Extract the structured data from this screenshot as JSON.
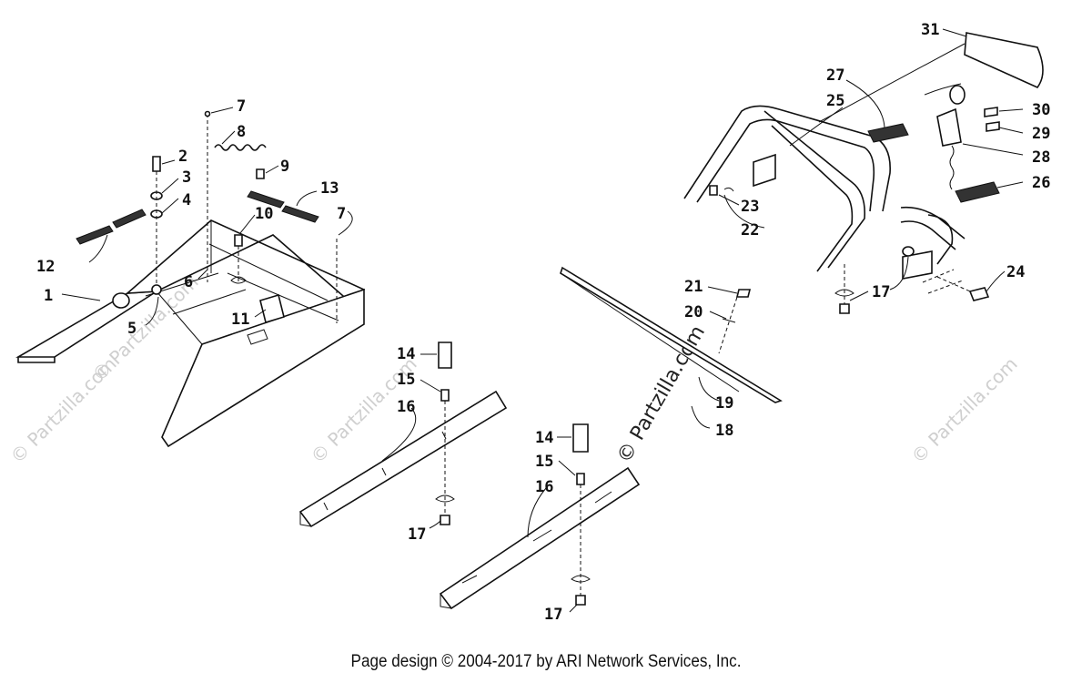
{
  "footer": {
    "text": "Page design © 2004-2017 by ARI Network Services, Inc."
  },
  "watermark": {
    "text": "© Partzilla.com"
  },
  "callouts": {
    "c1": "1",
    "c2": "2",
    "c3": "3",
    "c4": "4",
    "c5": "5",
    "c6": "6",
    "c7a": "7",
    "c7b": "7",
    "c8": "8",
    "c9": "9",
    "c10": "10",
    "c11": "11",
    "c12": "12",
    "c13": "13",
    "c14a": "14",
    "c14b": "14",
    "c15a": "15",
    "c15b": "15",
    "c16a": "16",
    "c16b": "16",
    "c17a": "17",
    "c17b": "17",
    "c17c": "17",
    "c18": "18",
    "c19": "19",
    "c20": "20",
    "c21": "21",
    "c22": "22",
    "c23": "23",
    "c24": "24",
    "c25": "25",
    "c26": "26",
    "c27": "27",
    "c28": "28",
    "c29": "29",
    "c30": "30",
    "c31": "31"
  }
}
